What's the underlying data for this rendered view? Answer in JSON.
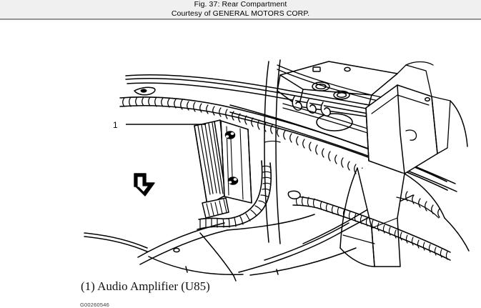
{
  "header": {
    "line1": "Fig. 37: Rear Compartment",
    "line2": "Courtesy of GENERAL MOTORS CORP.",
    "background": "#f0f0f0",
    "rule_color": "#808080"
  },
  "figure": {
    "caption": "(1) Audio Amplifier (U85)",
    "image_id": "G00260546",
    "callouts": [
      {
        "number": "1",
        "label": "Audio Amplifier (U85)"
      }
    ],
    "line_color": "#000000",
    "background": "#ffffff"
  },
  "icons": {
    "pointer_arrow": "block-arrow-icon",
    "leader_line": "leader-line-icon"
  }
}
